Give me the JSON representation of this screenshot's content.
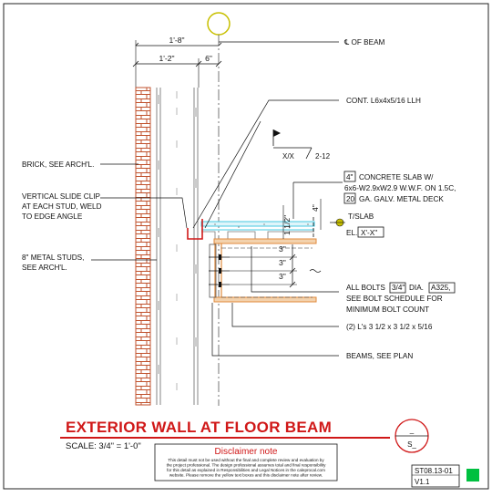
{
  "drawing": {
    "title": "EXTERIOR WALL AT FLOOR BEAM",
    "scale": "SCALE: 3/4\" = 1'-0\"",
    "grid_bubble": "",
    "section_bubble": {
      "top": "_",
      "bottom": "S_"
    },
    "sheet_number": "ST08.13-01",
    "version": "V1.1"
  },
  "dimensions": {
    "overall": "1'-8\"",
    "left": "1'-2\"",
    "right": "6\"",
    "slab_thickness": "4\"",
    "slab_depth": "1 1/2\"",
    "bolt_spacing": [
      "3\"",
      "3\"",
      "3\""
    ],
    "slab_ref": "X/X",
    "slab_ref_ratio": "2-12"
  },
  "notes": {
    "centerline": "℄ OF BEAM",
    "angle": "CONT. L6x4x5/16 LLH",
    "brick": "BRICK, SEE ARCH'L.",
    "clip": [
      "VERTICAL SLIDE CLIP",
      "AT EACH STUD, WELD",
      "TO EDGE ANGLE"
    ],
    "studs": [
      "8\" METAL STUDS,",
      "SEE ARCH'L."
    ],
    "slab": {
      "thickness_tag": "4\"",
      "line1": "CONCRETE SLAB W/",
      "line2": "6x6-W2.9xW2.9 W.W.F. ON 1.5C,",
      "gauge_tag": "20",
      "line3": "GA. GALV. METAL DECK"
    },
    "elevation": {
      "label": "T/SLAB",
      "prefix": "EL.",
      "value": "X'-X\""
    },
    "bolts": {
      "prefix": "ALL BOLTS",
      "size_tag": "3/4\"",
      "dia": "DIA.",
      "grade_tag": "A325,",
      "line2": "SEE BOLT SCHEDULE FOR",
      "line3": "MINIMUM BOLT COUNT"
    },
    "angles": "(2) L's 3 1/2 x 3 1/2 x 5/16",
    "beams": "BEAMS, SEE PLAN"
  },
  "disclaimer": {
    "title": "Disclaimer note",
    "lines": [
      "This detail must not be used without the final and complete review and evaluation by",
      "the project professional. The design professional assumes total and final responsibility",
      "for this detail as explained in Responsibilities and Legal Notices in the caleprocal.com",
      "website. Please remove the yellow text boxes and this disclaimer note after review."
    ]
  },
  "colors": {
    "title": "#d01818",
    "brick": "#c0522d",
    "deck": "#45c8e0",
    "beam_flange": "#e08a3c",
    "seal": "#c8c000",
    "status": "#00c040"
  }
}
